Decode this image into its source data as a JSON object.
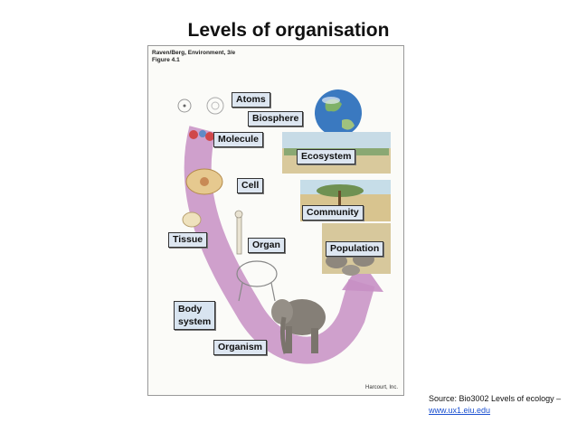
{
  "slide": {
    "title": "Levels of organisation",
    "source_text": "Source: Bio3002 Levels of ecology –",
    "source_link": "www.ux1.eiu.edu"
  },
  "figure": {
    "credit_line1": "Raven/Berg, Environment, 3/e",
    "credit_line2": "Figure 4.1",
    "publisher": "Harcourt, Inc.",
    "levels": {
      "atoms": "Atoms",
      "biosphere": "Biosphere",
      "molecule": "Molecule",
      "ecosystem": "Ecosystem",
      "cell": "Cell",
      "community": "Community",
      "tissue": "Tissue",
      "organ": "Organ",
      "population": "Population",
      "body_system": "Body\nsystem",
      "organism": "Organism"
    }
  },
  "colors": {
    "arrow": "#c78fc4",
    "label_bg": "#dde6f1",
    "link": "#1a4fd0"
  }
}
